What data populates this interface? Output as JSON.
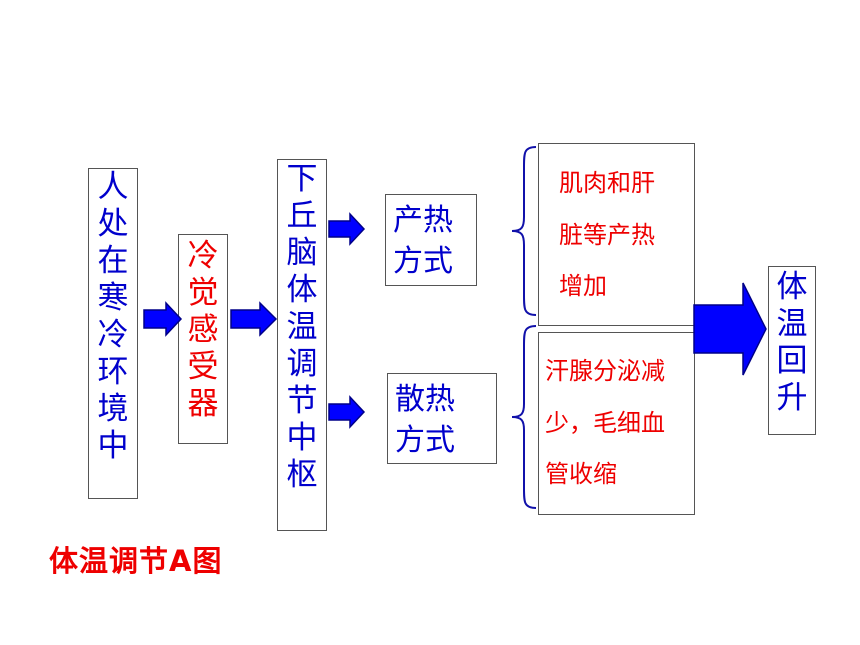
{
  "colors": {
    "blue_text": "#0000cc",
    "red_text": "#ee0000",
    "arrow_fill": "#0000ff",
    "arrow_stroke": "#000088",
    "box_border": "#555555"
  },
  "nodes": {
    "situation": "人\n处\n在\n寒\n冷\n环\n境\n中",
    "receptor": "冷\n觉\n感\n受\n器",
    "center": "下\n丘\n脑\n体\n温\n调\n节\n中\n枢",
    "heat_production": "产热\n方式",
    "heat_dissipation": "散热\n方式",
    "production_effect": "肌肉和肝\n脏等产热\n增加",
    "dissipation_effect": "汗腺分泌减\n少，毛细血\n管收缩",
    "result": "体\n温\n回\n升"
  },
  "caption": "体温调节A图"
}
